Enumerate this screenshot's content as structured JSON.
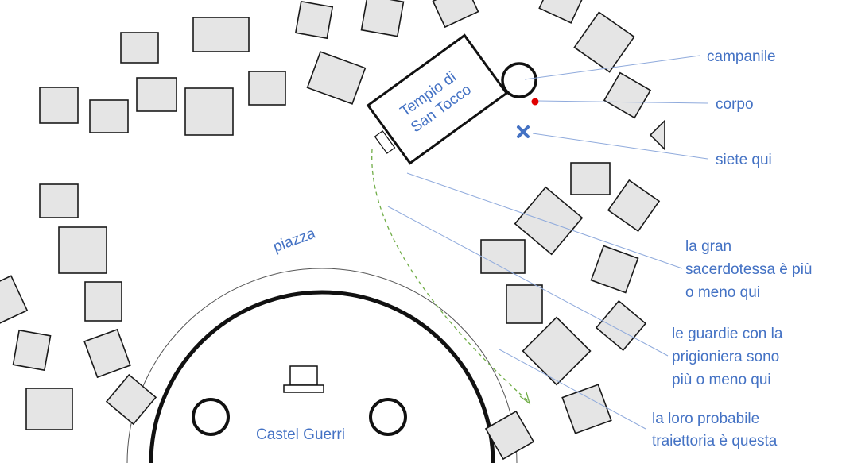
{
  "map": {
    "temple_label": [
      "Tempio di",
      "San Tocco"
    ],
    "castle_label": "Castel Guerri",
    "square_label": "piazza"
  },
  "legend": {
    "bell_tower": "campanile",
    "body": "corpo",
    "you_are_here": "siete qui",
    "priestess": [
      "la gran",
      "sacerdotessa è più",
      "o meno qui"
    ],
    "guards": [
      "le guardie con la",
      "prigioniera sono",
      "più o meno qui"
    ],
    "path": [
      "la loro probabile",
      "traiettoria è questa"
    ]
  },
  "colors": {
    "label": "#4472c4",
    "body_marker": "#e00000",
    "you_marker": "#4472c4",
    "path": "#70ad47",
    "building_fill": "#e5e5e5"
  }
}
